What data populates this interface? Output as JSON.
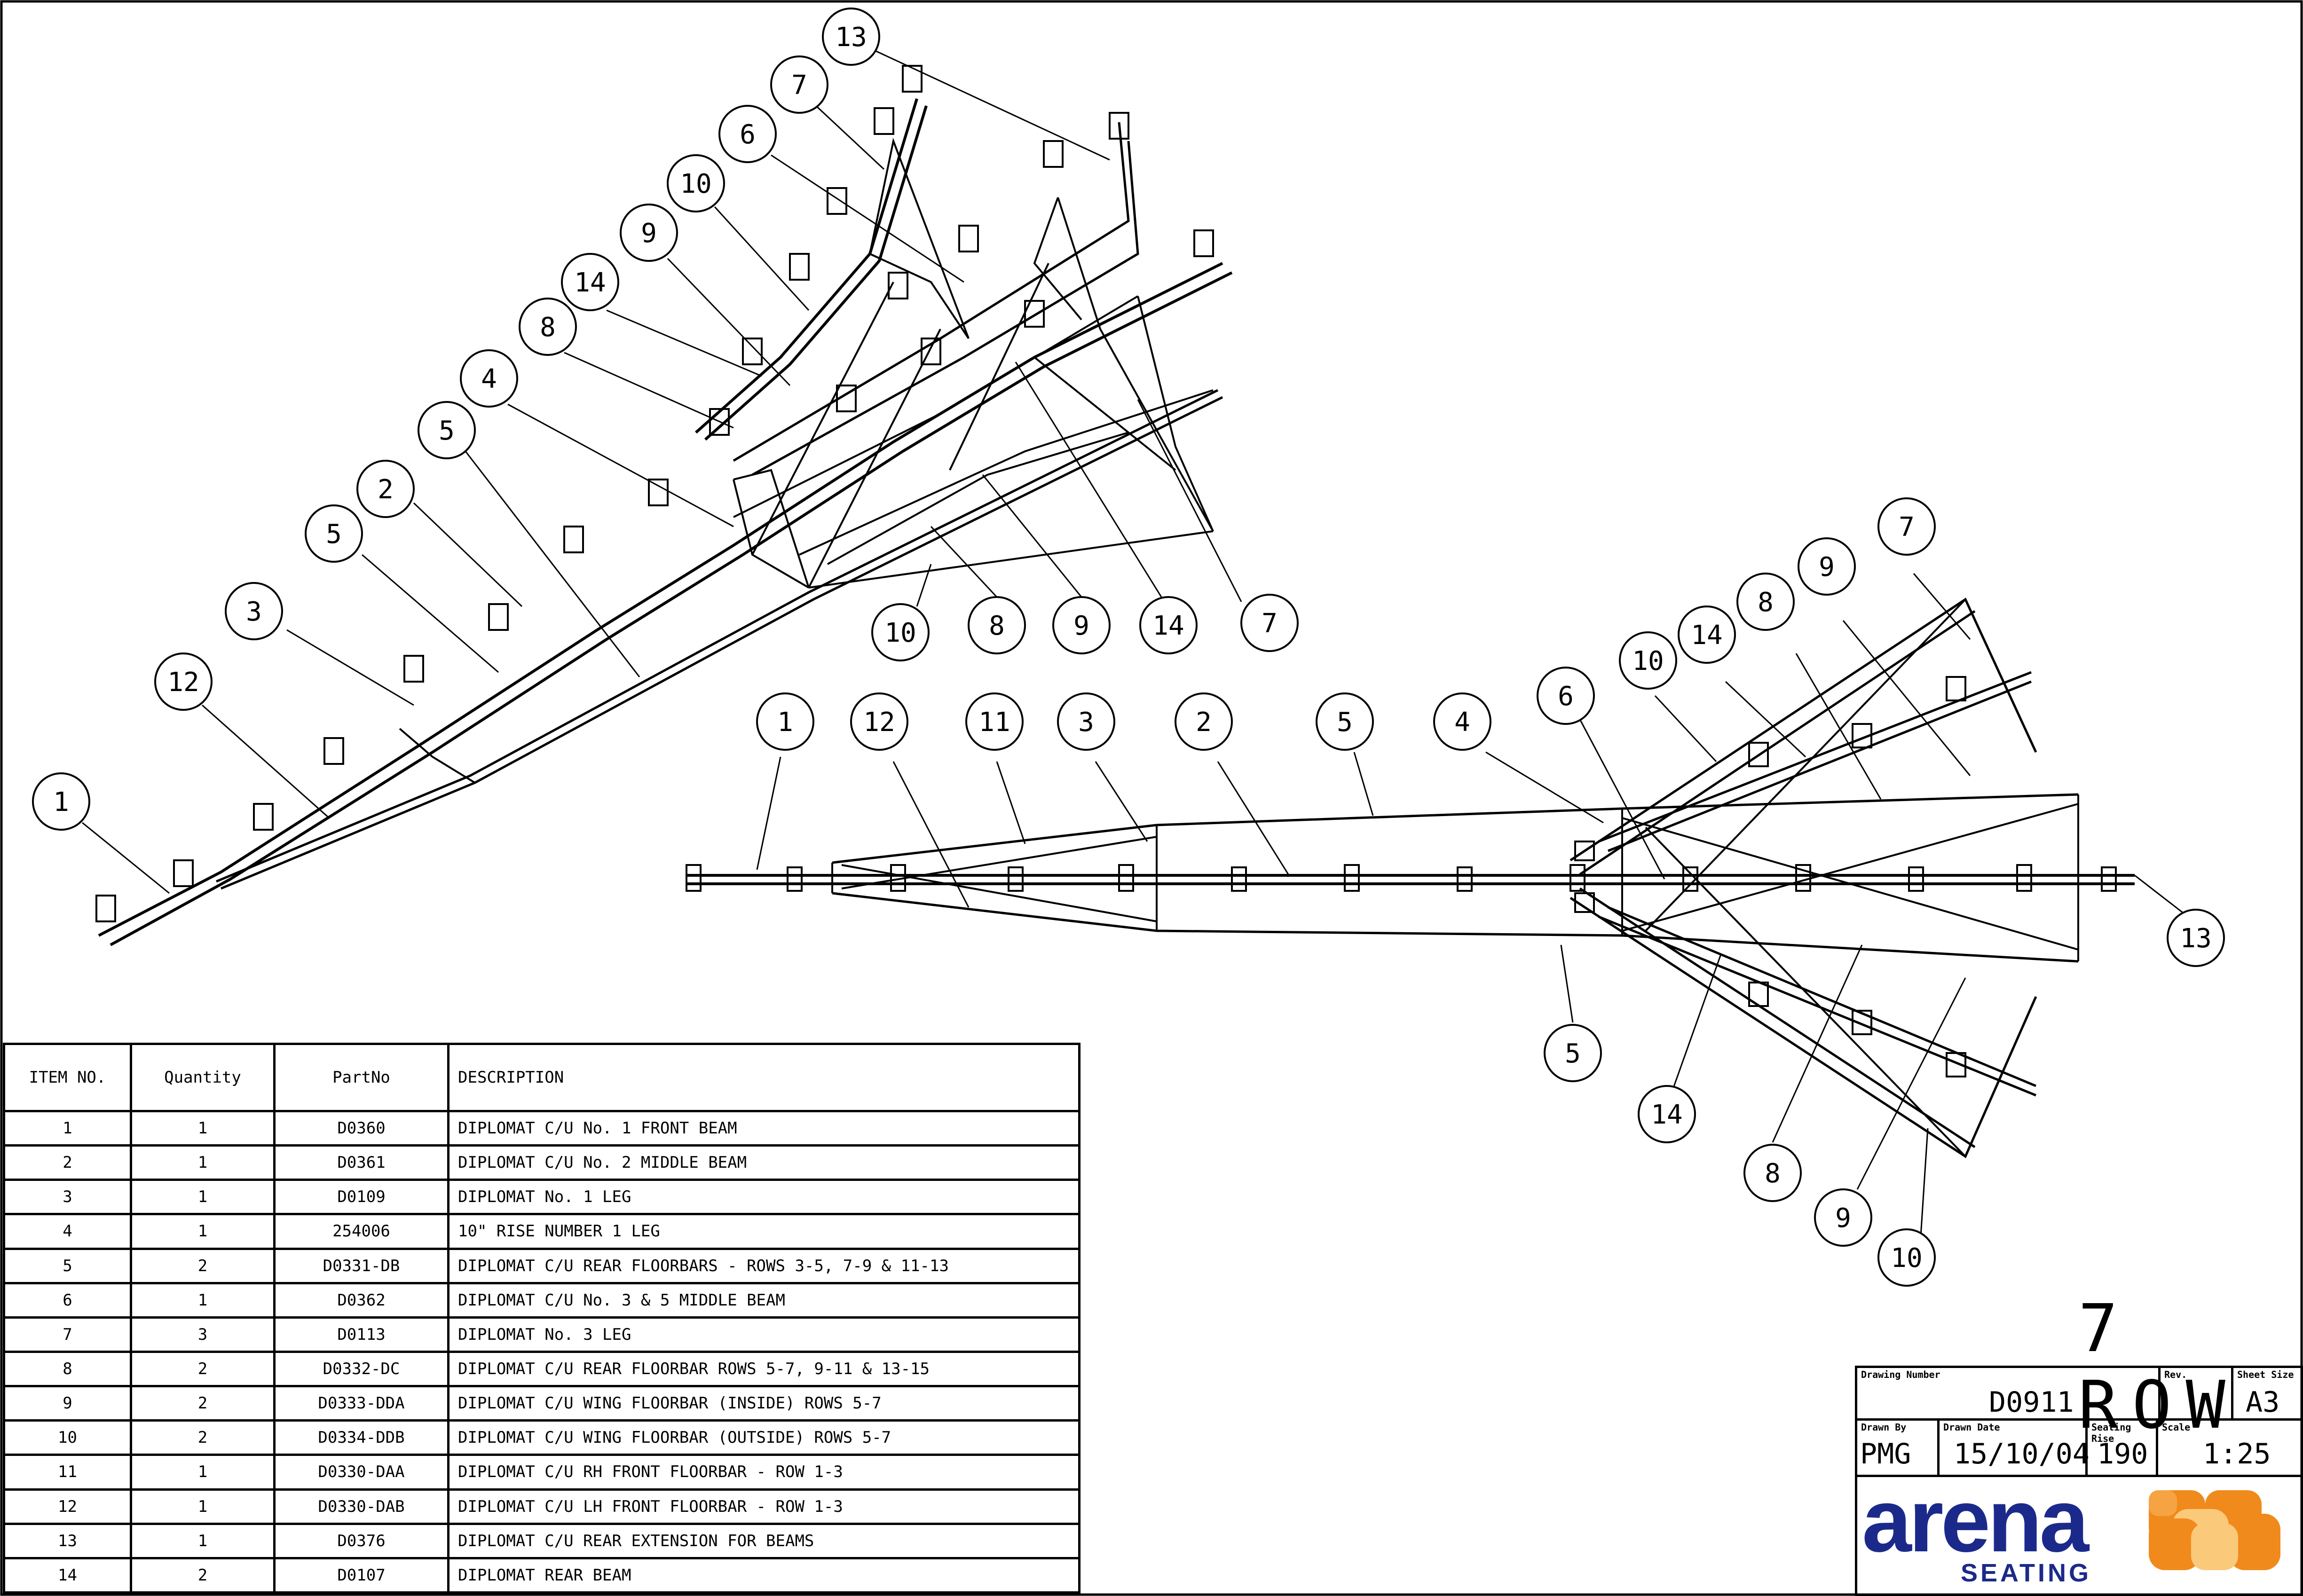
{
  "bom": {
    "headers": [
      "ITEM NO.",
      "Quantity",
      "PartNo",
      "DESCRIPTION"
    ],
    "rows": [
      {
        "item": "1",
        "qty": "1",
        "part": "D0360",
        "desc": "DIPLOMAT C/U No. 1 FRONT BEAM"
      },
      {
        "item": "2",
        "qty": "1",
        "part": "D0361",
        "desc": "DIPLOMAT C/U No. 2 MIDDLE BEAM"
      },
      {
        "item": "3",
        "qty": "1",
        "part": "D0109",
        "desc": "DIPLOMAT No. 1 LEG"
      },
      {
        "item": "4",
        "qty": "1",
        "part": "254006",
        "desc": "10\" RISE NUMBER 1 LEG"
      },
      {
        "item": "5",
        "qty": "2",
        "part": "D0331-DB",
        "desc": "DIPLOMAT C/U REAR FLOORBARS - ROWS 3-5, 7-9 & 11-13"
      },
      {
        "item": "6",
        "qty": "1",
        "part": "D0362",
        "desc": "DIPLOMAT C/U No. 3 & 5 MIDDLE BEAM"
      },
      {
        "item": "7",
        "qty": "3",
        "part": "D0113",
        "desc": "DIPLOMAT No. 3 LEG"
      },
      {
        "item": "8",
        "qty": "2",
        "part": "D0332-DC",
        "desc": "DIPLOMAT C/U REAR FLOORBAR ROWS 5-7, 9-11 & 13-15"
      },
      {
        "item": "9",
        "qty": "2",
        "part": "D0333-DDA",
        "desc": "DIPLOMAT C/U WING FLOORBAR (INSIDE) ROWS 5-7"
      },
      {
        "item": "10",
        "qty": "2",
        "part": "D0334-DDB",
        "desc": "DIPLOMAT C/U WING FLOORBAR (OUTSIDE) ROWS 5-7"
      },
      {
        "item": "11",
        "qty": "1",
        "part": "D0330-DAA",
        "desc": "DIPLOMAT C/U RH FRONT FLOORBAR - ROW 1-3"
      },
      {
        "item": "12",
        "qty": "1",
        "part": "D0330-DAB",
        "desc": "DIPLOMAT C/U LH FRONT FLOORBAR - ROW 1-3"
      },
      {
        "item": "13",
        "qty": "1",
        "part": "D0376",
        "desc": "DIPLOMAT C/U REAR EXTENSION FOR BEAMS"
      },
      {
        "item": "14",
        "qty": "2",
        "part": "D0107",
        "desc": "DIPLOMAT REAR BEAM"
      }
    ]
  },
  "view_label": "7 ROW",
  "title_block": {
    "drawing_number_label": "Drawing Number",
    "drawing_number": "D0911",
    "rev_label": "Rev.",
    "rev": "",
    "sheet_size_label": "Sheet Size",
    "sheet_size": "A3",
    "drawn_by_label": "Drawn By",
    "drawn_by": "PMG",
    "drawn_date_label": "Drawn Date",
    "drawn_date": "15/10/04",
    "seating_rise_label": "Seating Rise",
    "seating_rise": "190",
    "scale_label": "Scale",
    "scale": "1:25"
  },
  "logo": {
    "name": "arena",
    "sub": "SEATING",
    "colors": {
      "blue": "#1b2a8a",
      "orange": "#f08a1c",
      "light": "#fbc97a"
    }
  },
  "balloons_iso": [
    "13",
    "7",
    "6",
    "10",
    "9",
    "14",
    "8",
    "4",
    "5",
    "2",
    "5",
    "3",
    "12",
    "1",
    "10",
    "8",
    "9",
    "14",
    "7"
  ],
  "balloons_plan": [
    "1",
    "12",
    "11",
    "3",
    "2",
    "5",
    "4",
    "6",
    "10",
    "14",
    "8",
    "9",
    "7",
    "13",
    "5",
    "14",
    "8",
    "9",
    "10"
  ]
}
